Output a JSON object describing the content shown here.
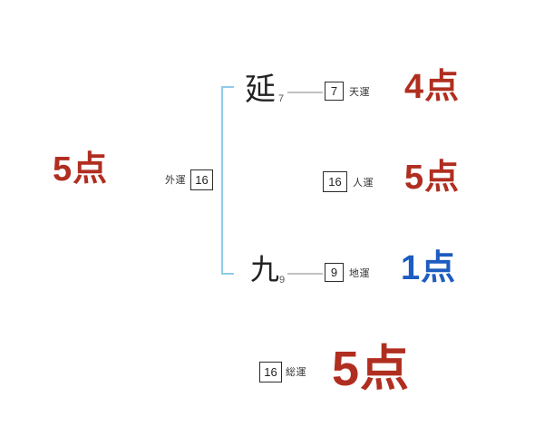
{
  "diagram": {
    "name_chars": [
      {
        "char": "延",
        "strokes": "7"
      },
      {
        "char": "九",
        "strokes": "9"
      }
    ],
    "gaiun": {
      "label": "外運",
      "value": "16",
      "score": "5点"
    },
    "tenun": {
      "label": "天運",
      "value": "7",
      "score": "4点"
    },
    "jinun": {
      "label": "人運",
      "value": "16",
      "score": "5点"
    },
    "chiun": {
      "label": "地運",
      "value": "9",
      "score": "1点"
    },
    "soun": {
      "label": "総運",
      "value": "16",
      "score": "5点"
    }
  },
  "colors": {
    "score_red": "#b02e20",
    "score_blue": "#1d5cc0",
    "bracket_blue": "#8fcbe8"
  }
}
